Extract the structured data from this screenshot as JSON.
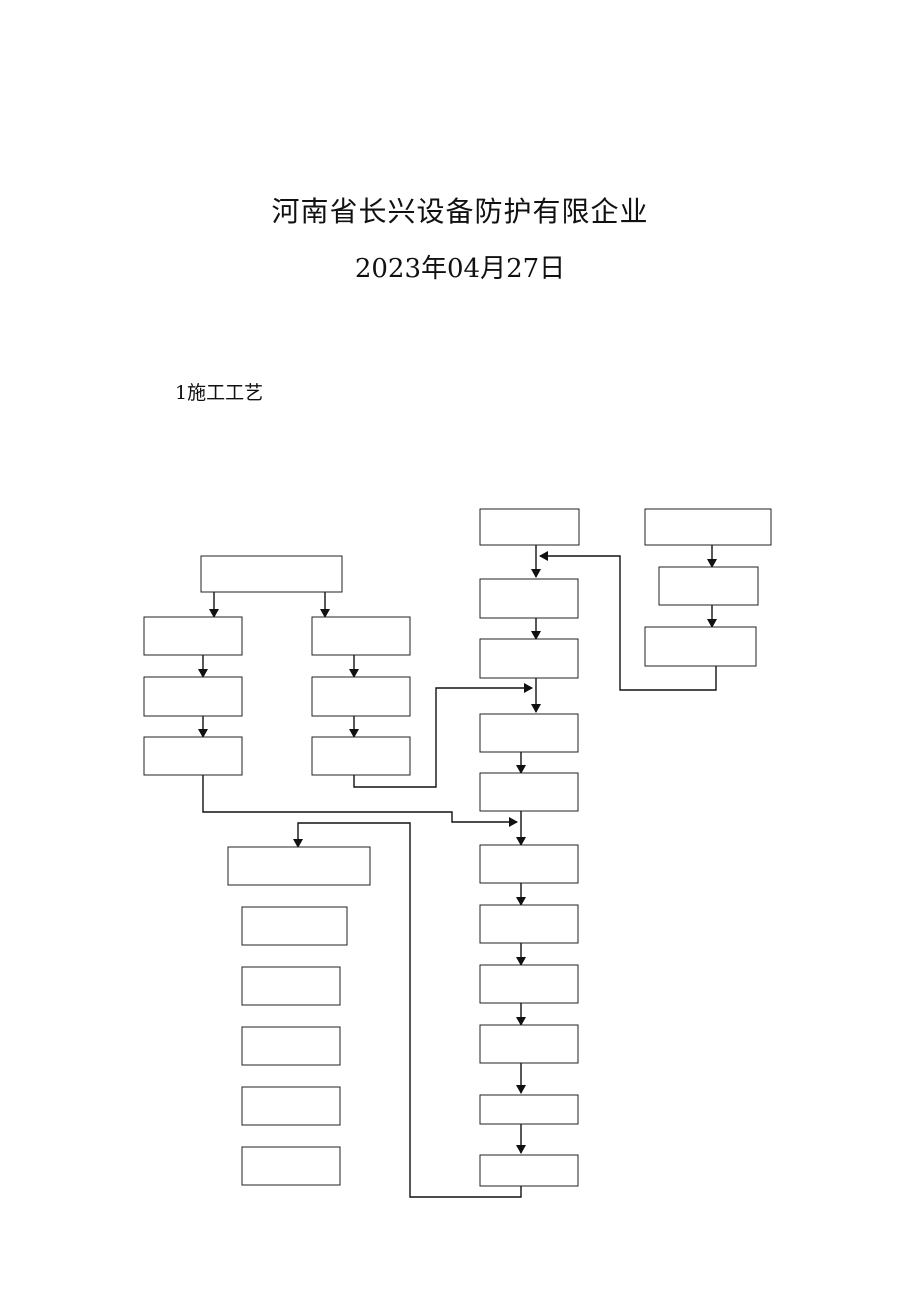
{
  "header": {
    "company": "河南省长兴设备防护有限企业",
    "date": "2023年04月27日"
  },
  "section": {
    "title": "1施工工艺"
  },
  "flowchart": {
    "boxes": {
      "b_top_mid": "",
      "b_top_right": "",
      "b_right_2": "",
      "b_right_3": "",
      "b_mat": "",
      "b_left_1": "",
      "b_midl_1": "",
      "b_left_2": "",
      "b_midl_2": "",
      "b_left_3": "",
      "b_midl_3": "",
      "b_main_1": "",
      "b_main_2": "",
      "b_main_3": "",
      "b_main_4": "",
      "b_main_5": "",
      "b_main_6": "",
      "b_main_7": "",
      "b_main_8": "",
      "b_main_9": "",
      "b_main_10": "",
      "b_side_1": "",
      "b_side_2": "",
      "b_side_3": "",
      "b_side_4": "",
      "b_side_5": "",
      "b_side_6": ""
    }
  }
}
